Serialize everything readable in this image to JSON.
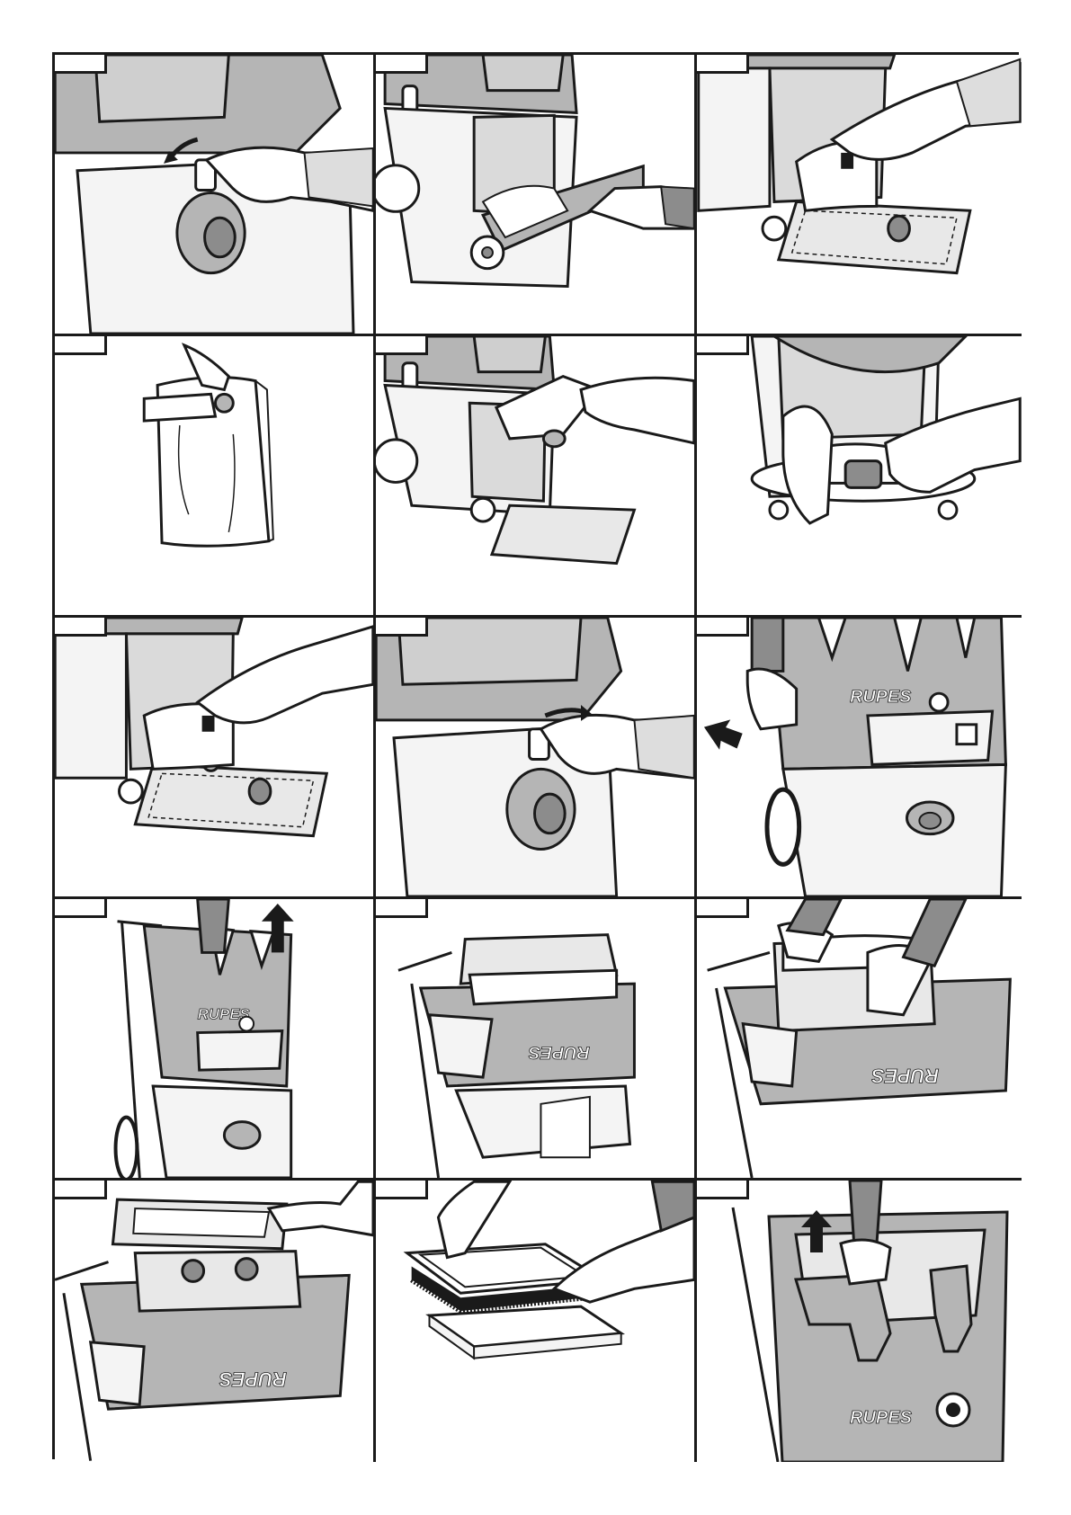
{
  "brand": {
    "name": "RUPES",
    "colors": {
      "line": "#1a1a1a",
      "body": "#f4f4f4",
      "grey": "#b5b5b5",
      "dark_grey": "#8c8c8c",
      "white": "#ffffff"
    }
  },
  "panels": [
    {
      "id": 1,
      "scene": "turn-latch-open",
      "icons": [
        "hand-icon",
        "curved-arrow-icon",
        "latch-icon"
      ]
    },
    {
      "id": 2,
      "scene": "open-front-door",
      "icons": [
        "hand-icon",
        "vacuum-cart-icon"
      ]
    },
    {
      "id": 3,
      "scene": "remove-filter-bag",
      "icons": [
        "hand-icon",
        "filter-bag-icon",
        "grid-tray-icon"
      ]
    },
    {
      "id": 4,
      "scene": "close-bag-tab",
      "icons": [
        "hand-icon",
        "filter-bag-icon"
      ]
    },
    {
      "id": 5,
      "scene": "insert-new-bag",
      "icons": [
        "hand-icon",
        "filter-bag-icon",
        "grid-tray-icon"
      ]
    },
    {
      "id": 6,
      "scene": "fit-bag-collar",
      "icons": [
        "hand-icon",
        "bag-collar-icon"
      ]
    },
    {
      "id": 7,
      "scene": "bag-fitted",
      "icons": [
        "hand-icon",
        "filter-bag-icon",
        "grid-tray-icon"
      ]
    },
    {
      "id": 8,
      "scene": "turn-latch-closed",
      "icons": [
        "hand-icon",
        "curved-arrow-icon",
        "latch-icon"
      ]
    },
    {
      "id": 9,
      "scene": "release-head-clips",
      "icons": [
        "hand-icon",
        "push-arrow-icon",
        "vacuum-head-icon"
      ]
    },
    {
      "id": 10,
      "scene": "lift-head",
      "icons": [
        "hand-icon",
        "up-arrow-icon",
        "vacuum-head-icon"
      ]
    },
    {
      "id": 11,
      "scene": "head-inverted",
      "icons": [
        "filter-box-icon",
        "vacuum-head-icon"
      ]
    },
    {
      "id": 12,
      "scene": "grip-filter-box",
      "icons": [
        "hand-icon",
        "filter-box-icon"
      ]
    },
    {
      "id": 13,
      "scene": "lift-filter-cover",
      "icons": [
        "hand-icon",
        "filter-cover-icon"
      ]
    },
    {
      "id": 14,
      "scene": "clean-main-filter",
      "icons": [
        "hand-icon",
        "filter-cassette-icon"
      ]
    },
    {
      "id": 15,
      "scene": "remove-inner-part",
      "icons": [
        "hand-icon",
        "up-arrow-icon",
        "vacuum-head-icon"
      ]
    }
  ]
}
